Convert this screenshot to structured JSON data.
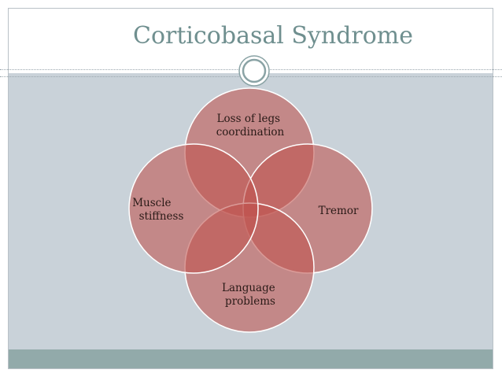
{
  "slide": {
    "title": "Corticobasal Syndrome"
  },
  "diagram": {
    "type": "venn-4",
    "circle_fill": "#c0524d",
    "circle_stroke": "#ffffff",
    "sets": [
      {
        "id": "top",
        "lines": [
          "Loss of legs",
          "coordination"
        ]
      },
      {
        "id": "right",
        "lines": [
          "Tremor"
        ]
      },
      {
        "id": "bottom",
        "lines": [
          "Language",
          "problems"
        ]
      },
      {
        "id": "left",
        "lines": [
          "Muscle",
          "stiffness"
        ]
      }
    ]
  },
  "colors": {
    "title": "#6f8f8f",
    "content_bg": "#c9d2d9",
    "footer_bg": "#92aaaa"
  }
}
